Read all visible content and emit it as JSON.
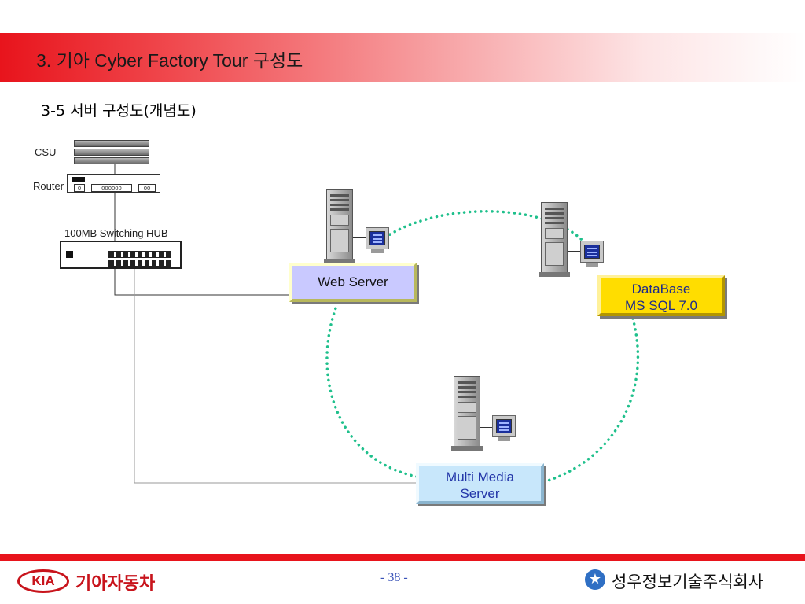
{
  "slide": {
    "title": "3. 기아 Cyber Factory Tour 구성도",
    "subtitle": "3-5 서버 구성도(개념도)"
  },
  "network": {
    "csu_label": "CSU",
    "router_label": "Router",
    "hub_label": "100MB Switching HUB"
  },
  "servers": {
    "web": "Web Server",
    "db_line1": "DataBase",
    "db_line2": "MS SQL 7.0",
    "mm_line1": "Multi Media",
    "mm_line2": "Server"
  },
  "footer": {
    "logo_text": "KIA",
    "brand_text": "기아자동차",
    "page_number": "- 38 -",
    "company_name": "성우정보기술주식회사"
  },
  "colors": {
    "accent_red": "#e8141c",
    "ring_dots": "#1fc08c",
    "web_fill": "#c9c9ff",
    "db_fill": "#ffdd00",
    "mm_fill": "#c8e7fb"
  }
}
